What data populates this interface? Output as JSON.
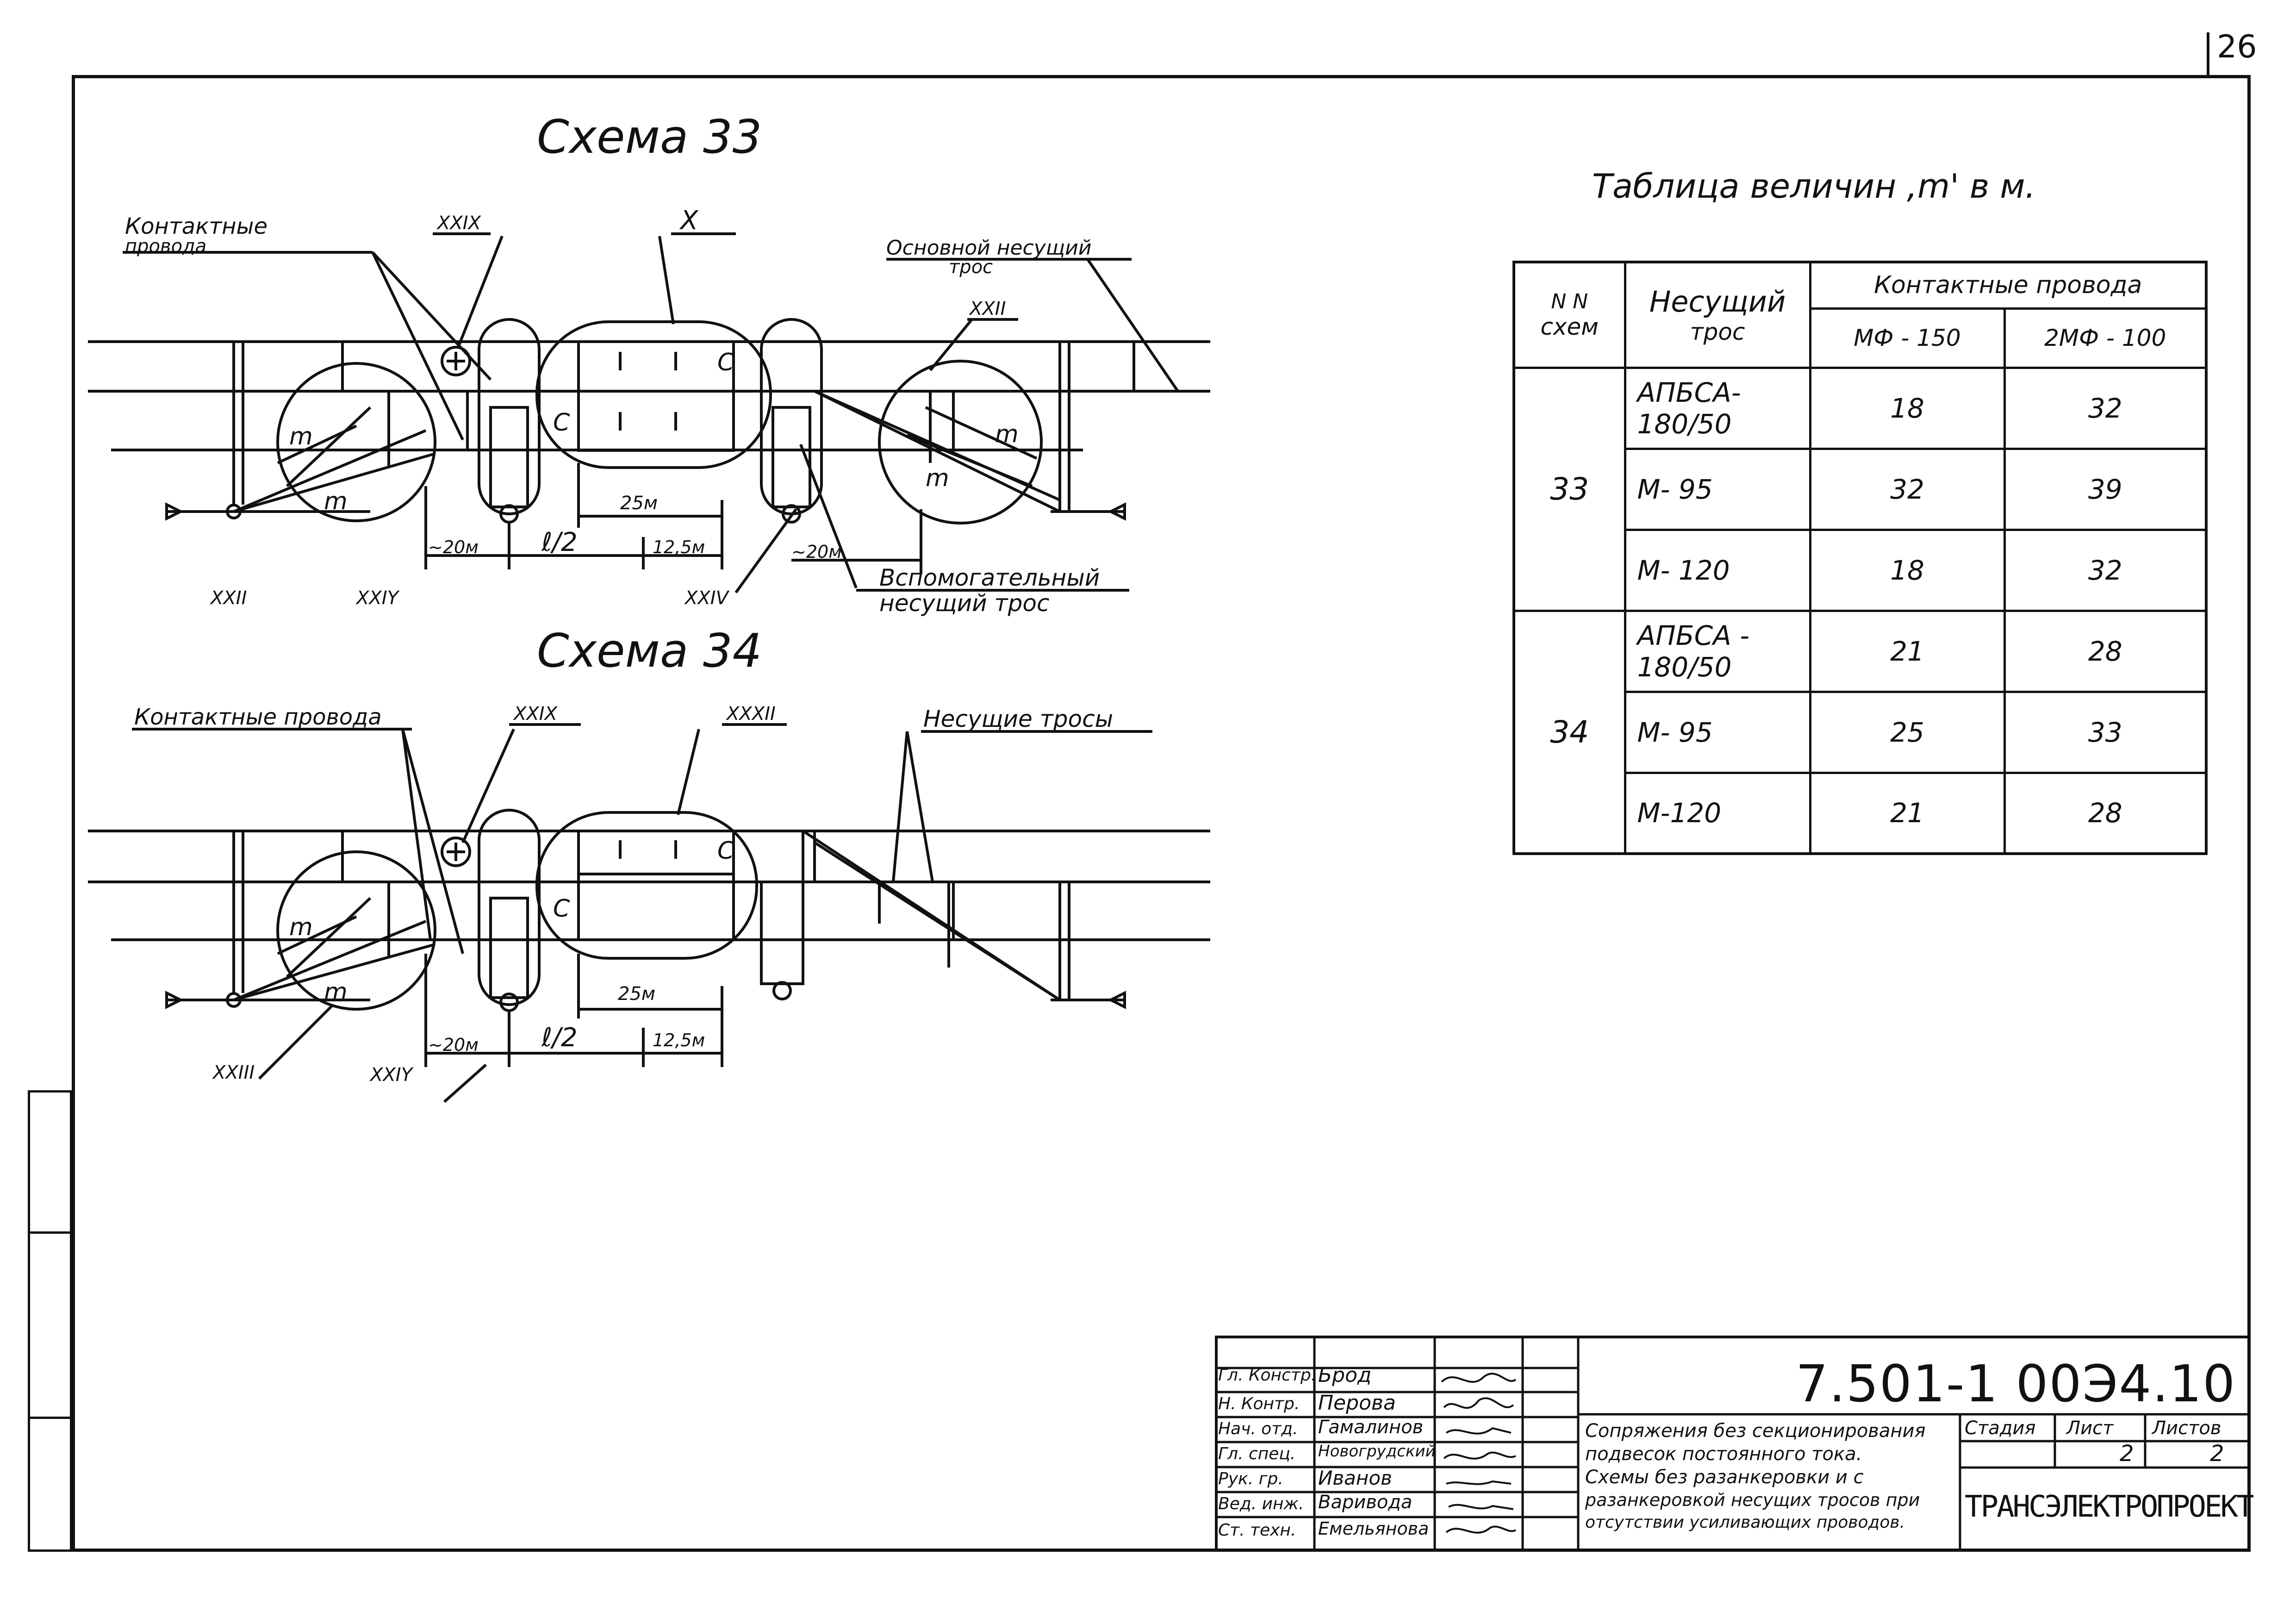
{
  "page_number": "26",
  "scheme33": {
    "title": "Схема 33",
    "label_contact": "Контактные",
    "label_contact2": "провода",
    "label_main": "Основной несущий",
    "label_main2": "трос",
    "label_aux": "Вспомогательный",
    "label_aux2": "несущий трос",
    "refs": [
      "XXIX",
      "X",
      "XXII",
      "XXII",
      "XXIY",
      "XXIV"
    ],
    "dims": [
      "~20м",
      "ℓ/2",
      "12,5м",
      "25м",
      "~20м"
    ],
    "marks": [
      "m",
      "m",
      "m",
      "m",
      "C",
      "C"
    ]
  },
  "scheme34": {
    "title": "Схема 34",
    "label_contact": "Контактные провода",
    "label_carriers": "Несущие тросы",
    "refs": [
      "XXIX",
      "XXXII",
      "XXIII",
      "XXIY"
    ],
    "dims": [
      "~20м",
      "ℓ/2",
      "12,5м",
      "25м"
    ],
    "marks": [
      "m",
      "m",
      "C",
      "C"
    ]
  },
  "table": {
    "caption": "Таблица величин ,m' в м.",
    "headers": {
      "nn": "N N",
      "schem": "схем",
      "carrier": "Несущий",
      "carrier2": "трос",
      "contact": "Контактные провода",
      "col1": "МФ - 150",
      "col2": "2МФ - 100"
    },
    "groups": [
      {
        "scheme": "33",
        "rows": [
          {
            "carrier": "АПБСА- 180/50",
            "v1": "18",
            "v2": "32"
          },
          {
            "carrier": "М- 95",
            "v1": "32",
            "v2": "39"
          },
          {
            "carrier": "М- 120",
            "v1": "18",
            "v2": "32"
          }
        ]
      },
      {
        "scheme": "34",
        "rows": [
          {
            "carrier": "АПБСА - 180/50",
            "v1": "21",
            "v2": "28"
          },
          {
            "carrier": "М- 95",
            "v1": "25",
            "v2": "33"
          },
          {
            "carrier": "М-120",
            "v1": "21",
            "v2": "28"
          }
        ]
      }
    ]
  },
  "title_block": {
    "doc_code": "7.501-1 00Э4.10",
    "roles": [
      {
        "role": "Гл. Констр.",
        "name": "Брод"
      },
      {
        "role": "Н. Контр.",
        "name": "Перова"
      },
      {
        "role": "Нач. отд.",
        "name": "Гамалинов"
      },
      {
        "role": "Гл. спец.",
        "name": "Новогрудский"
      },
      {
        "role": "Рук. гр.",
        "name": "Иванов"
      },
      {
        "role": "Вед. инж.",
        "name": "Варивода"
      },
      {
        "role": "Ст. техн.",
        "name": "Емельянова"
      }
    ],
    "description": [
      "Сопряжения без секционирования",
      "подвесок постоянного тока.",
      "Схемы без разанкеровки и с",
      "разанкеровкой несущих тросов при",
      "отсутствии усиливающих проводов."
    ],
    "stage_label": "Стадия",
    "sheet_label": "Лист",
    "sheets_label": "Листов",
    "sheet": "2",
    "sheets": "2",
    "org": "ТРАНСЭЛЕКТРОПРОЕКТ"
  }
}
